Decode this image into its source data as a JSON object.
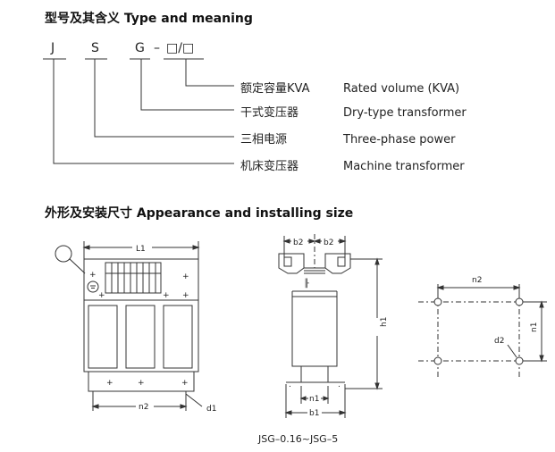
{
  "section1": {
    "title": "型号及其含义 Type and meaning",
    "code_letters": [
      "J",
      "S",
      "G"
    ],
    "code_dash": "–",
    "code_suffix": "□/□",
    "meanings": [
      {
        "cn": "额定容量KVA",
        "en": "Rated volume (KVA)"
      },
      {
        "cn": "干式变压器",
        "en": "Dry-type transformer"
      },
      {
        "cn": "三相电源",
        "en": "Three-phase power"
      },
      {
        "cn": "机床变压器",
        "en": "Machine transformer"
      }
    ]
  },
  "section2": {
    "title": "外形及安装尺寸 Appearance and installing size",
    "front_labels": {
      "l1": "L1",
      "n2": "n2",
      "d1": "d1"
    },
    "side_labels": {
      "b2_left": "b2",
      "b2_right": "b2",
      "h1": "h1",
      "n1": "n1",
      "b1": "b1"
    },
    "mount_labels": {
      "n2": "n2",
      "n1": "n1",
      "d2": "d2"
    },
    "caption": "JSG–0.16~JSG–5"
  }
}
